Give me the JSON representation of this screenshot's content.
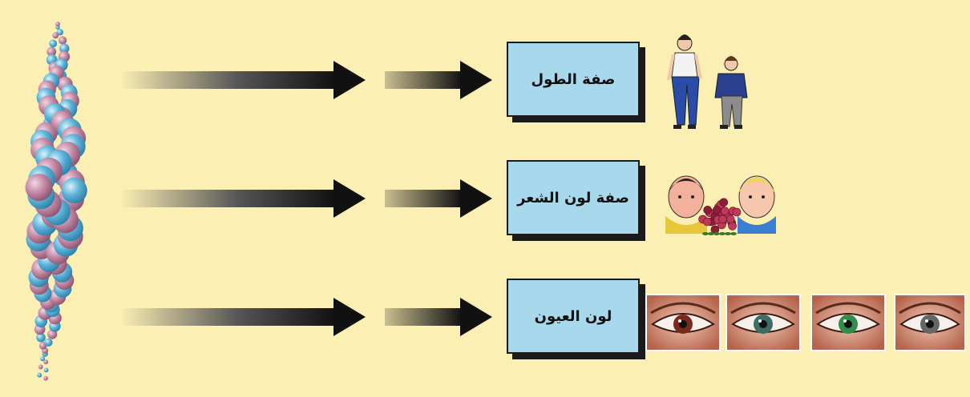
{
  "diagram": {
    "colors": {
      "background": "#fcefb4",
      "box_fill": "#a8d8ec",
      "box_border": "#1a1a1a",
      "bead_pink": "#c48aa6",
      "bead_blue": "#5cb3d9",
      "arrow": "#111111"
    },
    "traits": [
      {
        "label": "صفة الطول",
        "illustration": "height-people-icon"
      },
      {
        "label": "صفة لون الشعر",
        "illustration": "hair-color-couple-icon"
      },
      {
        "label": "لون العيون",
        "illustration": "eye-color-photos"
      }
    ],
    "eye_colors": [
      "#7a2a1c",
      "#3c6e66",
      "#2f8f4a",
      "#666666"
    ]
  }
}
